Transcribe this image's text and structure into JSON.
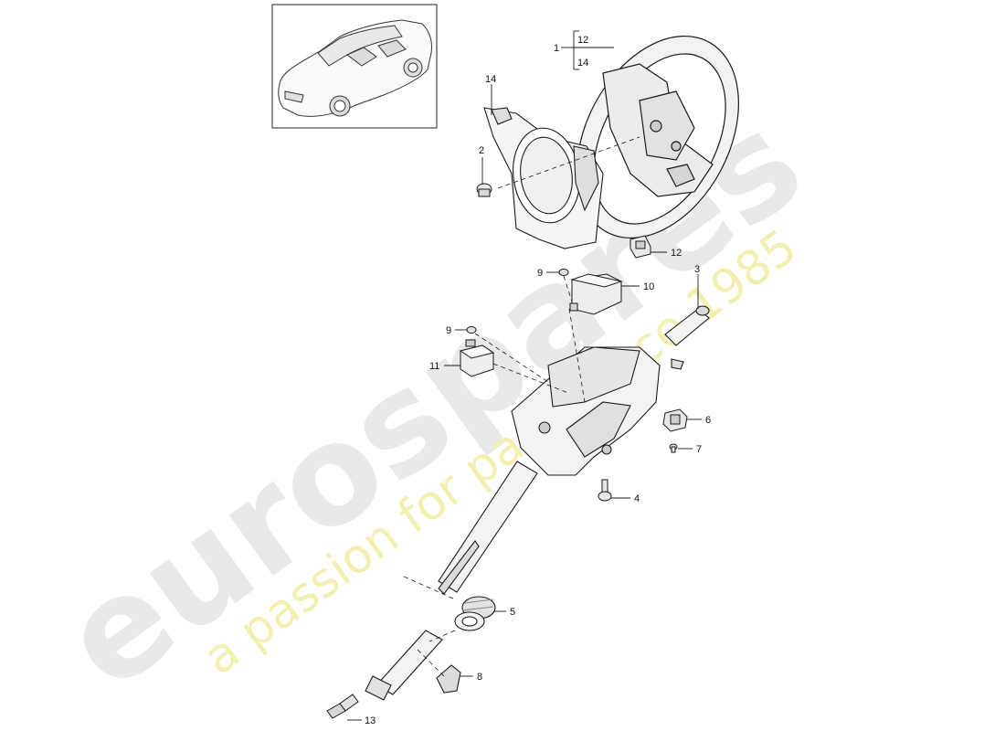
{
  "watermark": {
    "brand": "eurospares",
    "tagline": "a passion for parts since 1985",
    "brand_color": "#e9e9e9",
    "tagline_color": "#f2efb0"
  },
  "thumbnail": {
    "subject": "car-silhouette"
  },
  "callouts": {
    "c1": "1",
    "c12a": "12",
    "c14a": "14",
    "c14b": "14",
    "c2": "2",
    "c12b": "12",
    "c3": "3",
    "c9a": "9",
    "c10": "10",
    "c9b": "9",
    "c11": "11",
    "c6": "6",
    "c7": "7",
    "c4": "4",
    "c5": "5",
    "c8": "8",
    "c13": "13"
  },
  "colors": {
    "line": "#1a1a1a",
    "part_fill": "#f4f4f4",
    "part_shade": "#cfcfcf"
  }
}
